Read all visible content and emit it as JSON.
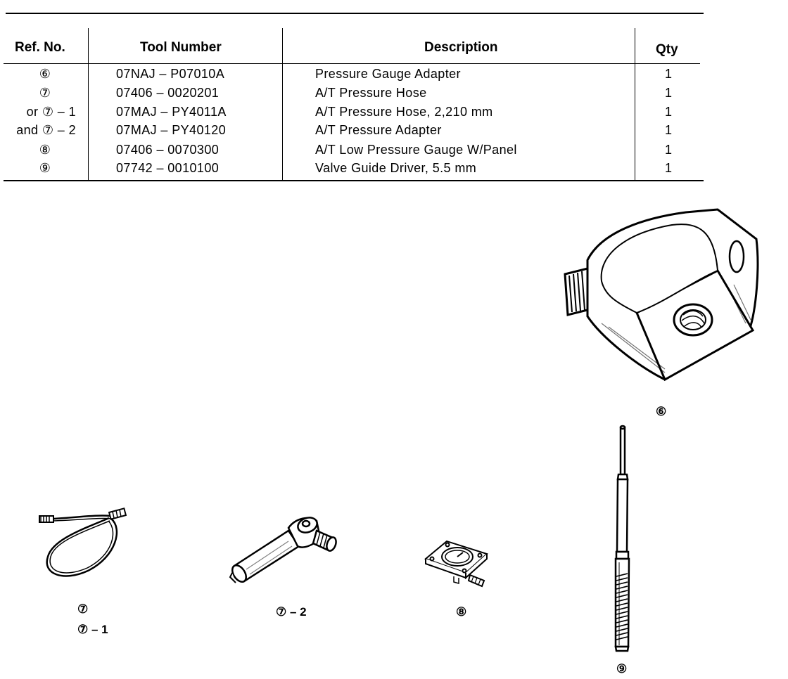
{
  "table": {
    "headers": {
      "ref": "Ref. No.",
      "tool": "Tool Number",
      "desc": "Description",
      "qty": "Qty"
    },
    "rows": [
      {
        "ref": "⑥",
        "tool": "07NAJ – P07010A",
        "desc": "Pressure Gauge Adapter",
        "qty": "1"
      },
      {
        "ref": "⑦",
        "tool": "07406 – 0020201",
        "desc": "A/T Pressure Hose",
        "qty": "1"
      },
      {
        "ref": "or ⑦ – 1",
        "tool": "07MAJ – PY4011A",
        "desc": "A/T Pressure Hose, 2,210 mm",
        "qty": "1"
      },
      {
        "ref": "and ⑦ – 2",
        "tool": "07MAJ – PY40120",
        "desc": "A/T Pressure Adapter",
        "qty": "1"
      },
      {
        "ref": "⑧",
        "tool": "07406 – 0070300",
        "desc": "A/T Low Pressure Gauge W/Panel",
        "qty": "1"
      },
      {
        "ref": "⑨",
        "tool": "07742 – 0010100",
        "desc": "Valve Guide Driver, 5.5 mm",
        "qty": "1"
      }
    ]
  },
  "captions": {
    "adapter": "⑥",
    "hose_a": "⑦",
    "hose_b": "⑦ – 1",
    "pressure_adapter": "⑦ – 2",
    "gauge": "⑧",
    "driver": "⑨"
  }
}
